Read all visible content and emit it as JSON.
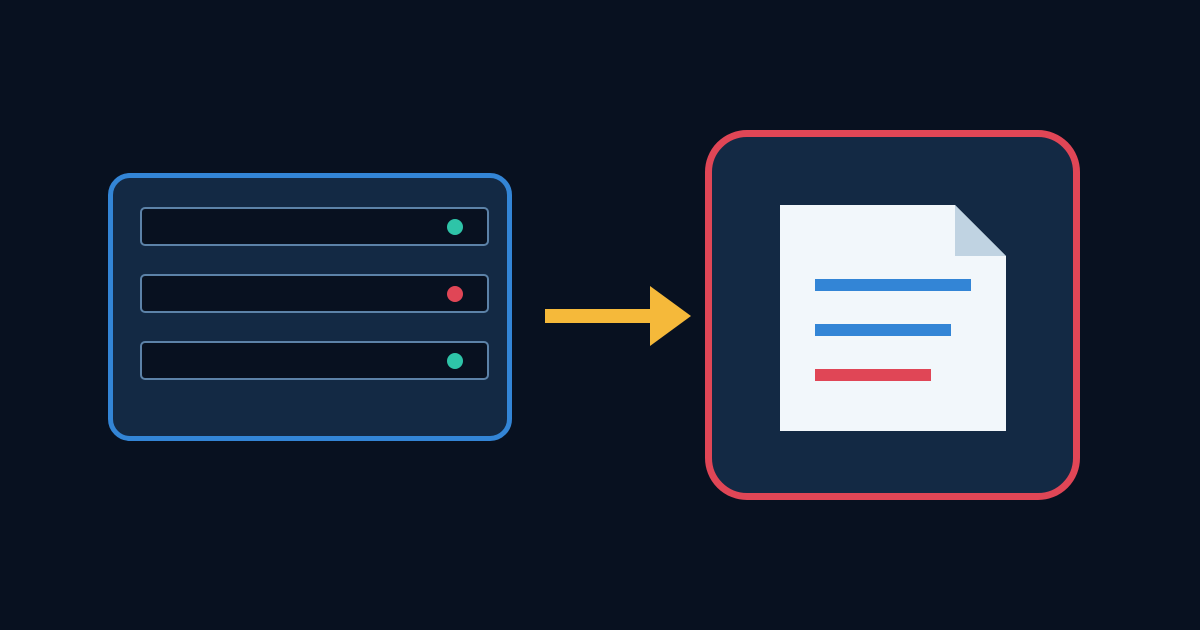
{
  "colors": {
    "background": "#081120",
    "panel_fill": "#132944",
    "source_border": "#3385d6",
    "target_border": "#e04656",
    "slot_border": "#5c82a8",
    "arrow": "#f5b93a",
    "document_paper": "#f2f7fb",
    "document_fold": "#c0d3e2",
    "line_blue": "#3385d6",
    "line_red": "#e04656"
  },
  "server": {
    "slots": [
      {
        "status": "ok",
        "led_color": "#2ec4a8"
      },
      {
        "status": "error",
        "led_color": "#e04656"
      },
      {
        "status": "ok",
        "led_color": "#2ec4a8"
      }
    ]
  },
  "arrow": {
    "direction": "right",
    "icon": "arrow-right-icon"
  },
  "report": {
    "icon": "document-icon",
    "lines": [
      {
        "color": "#3385d6"
      },
      {
        "color": "#3385d6"
      },
      {
        "color": "#e04656"
      }
    ]
  }
}
